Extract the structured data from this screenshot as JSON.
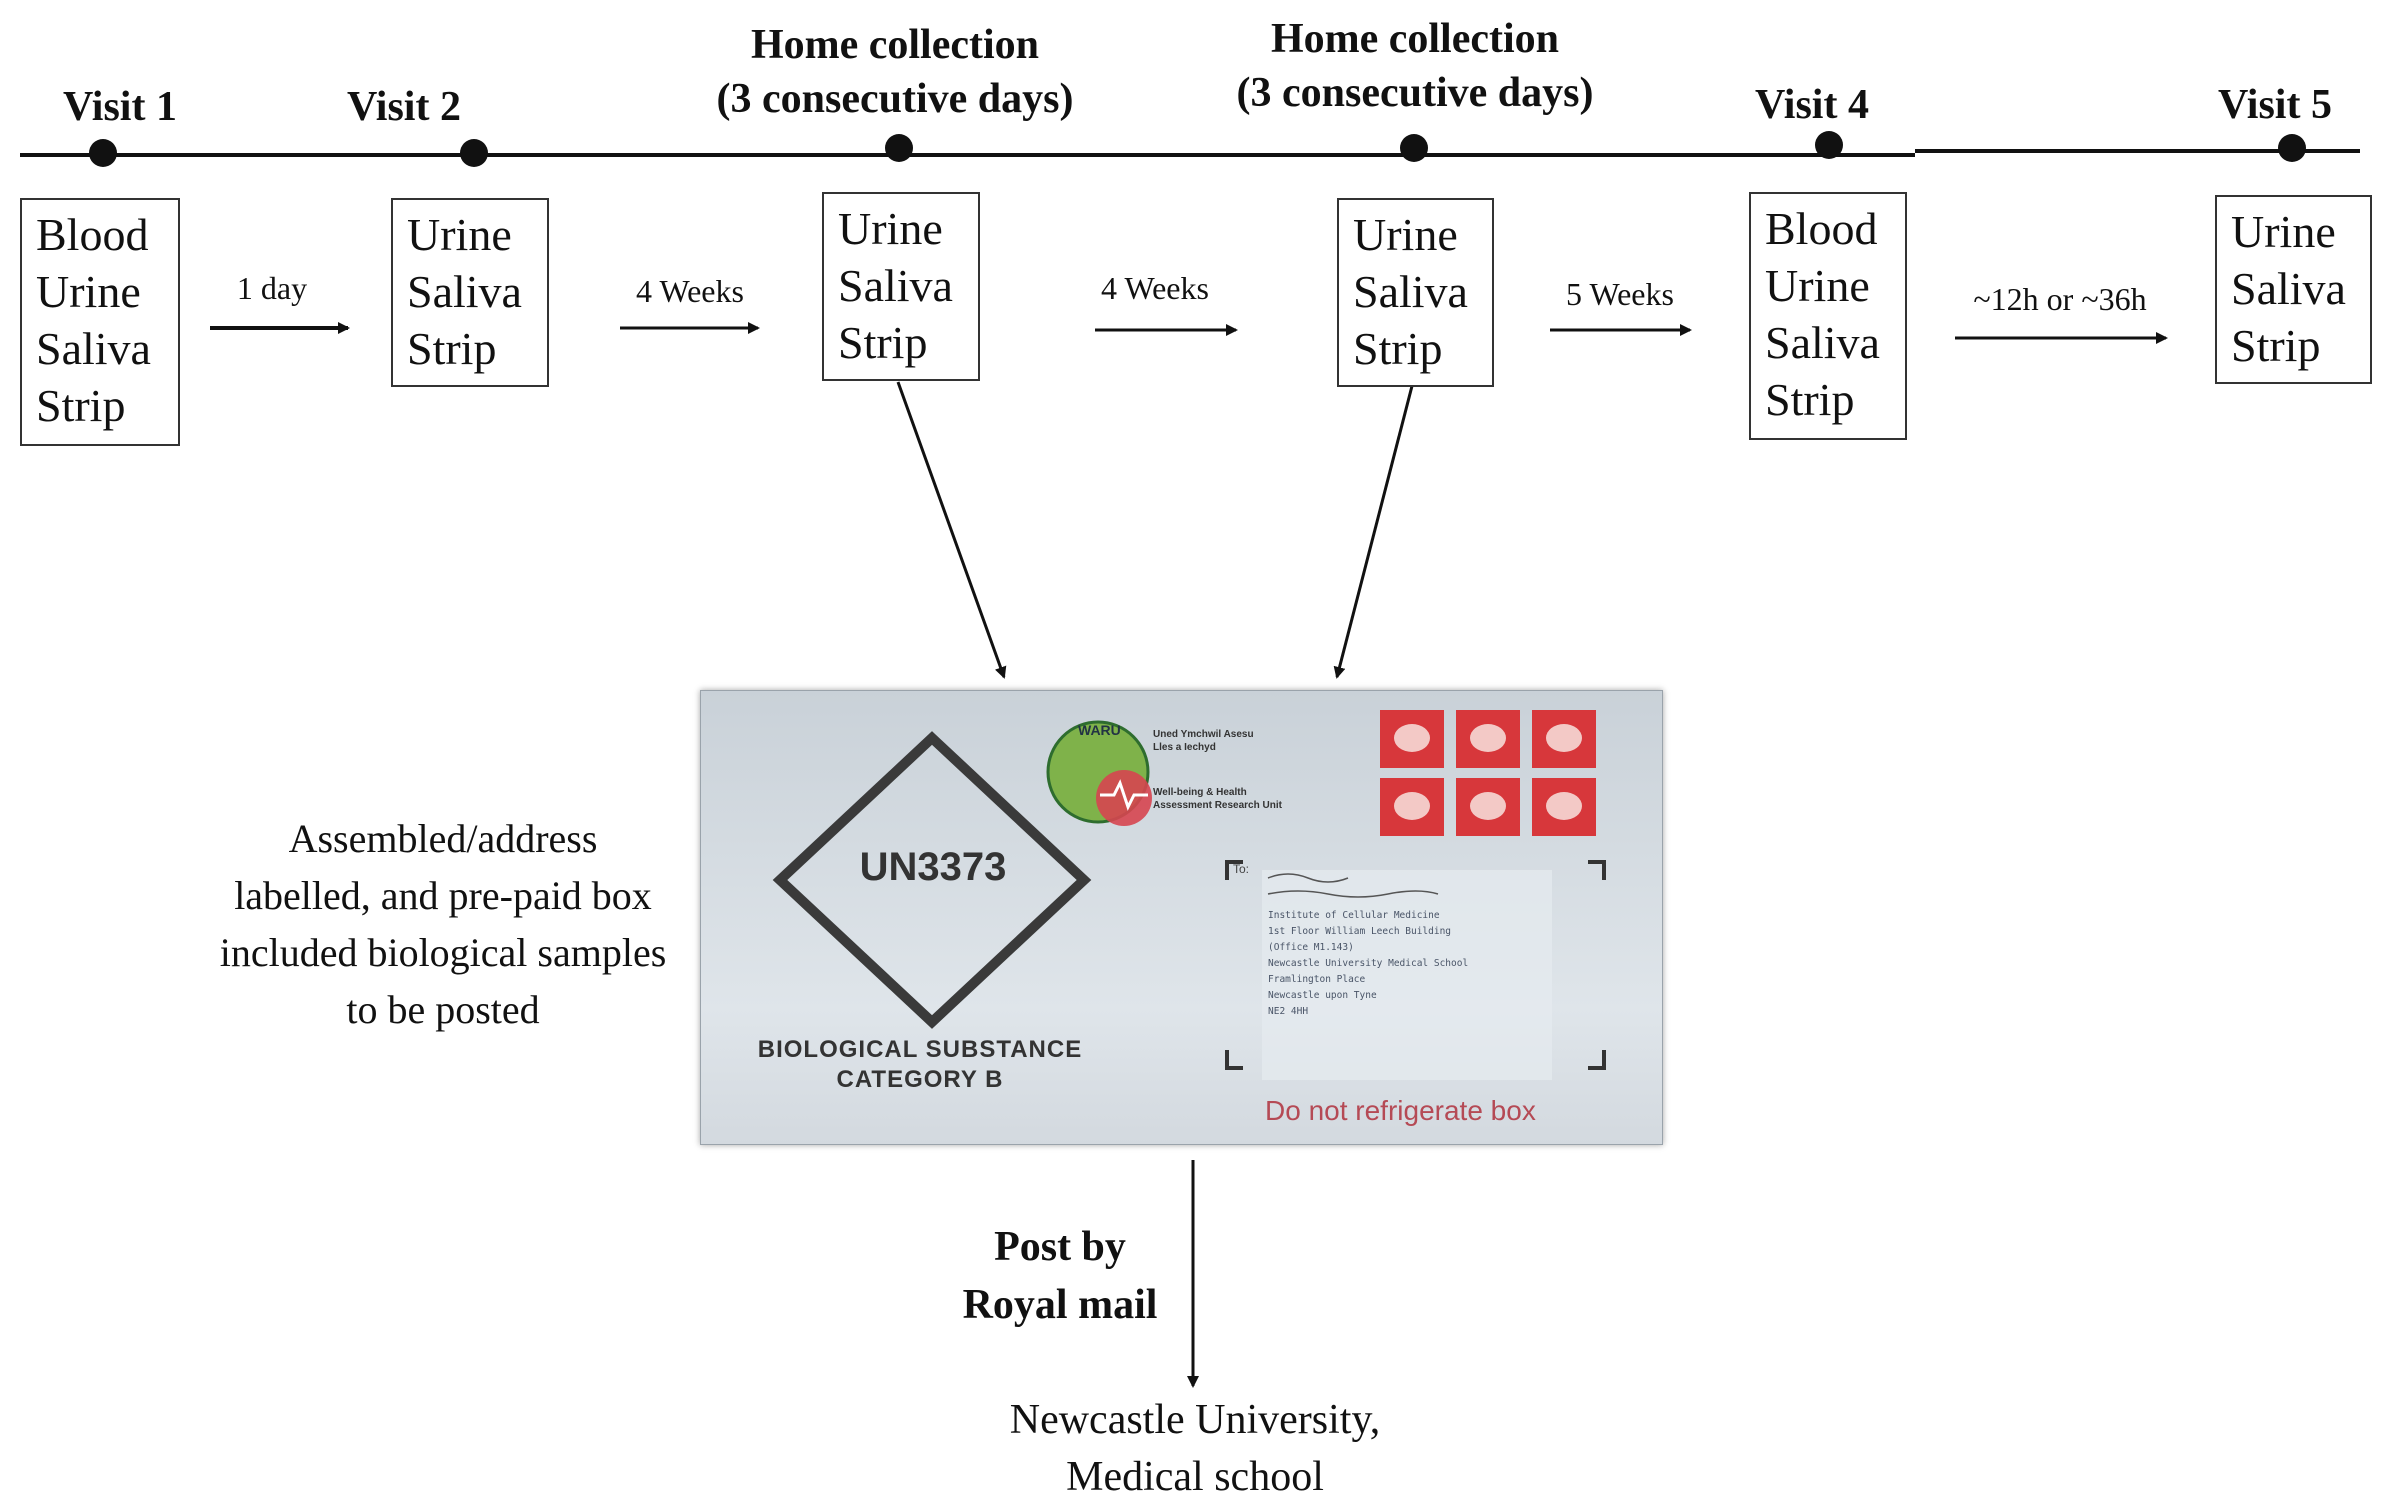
{
  "timeline": {
    "stages": [
      {
        "title": "Visit 1",
        "samples": [
          "Blood",
          "Urine",
          "Saliva",
          "Strip"
        ]
      },
      {
        "title": "Visit 2",
        "samples": [
          "Urine",
          "Saliva",
          "Strip"
        ]
      },
      {
        "title": "Home collection\n(3 consecutive days)",
        "samples": [
          "Urine",
          "Saliva",
          "Strip"
        ]
      },
      {
        "title": "Home collection\n(3 consecutive days)",
        "samples": [
          "Urine",
          "Saliva",
          "Strip"
        ]
      },
      {
        "title": "Visit 4",
        "samples": [
          "Blood",
          "Urine",
          "Saliva",
          "Strip"
        ]
      },
      {
        "title": "Visit 5",
        "samples": [
          "Urine",
          "Saliva",
          "Strip"
        ]
      }
    ],
    "intervals": [
      "1 day",
      "4 Weeks",
      "4 Weeks",
      "5 Weeks",
      "~12h or ~36h"
    ]
  },
  "box_caption": "Assembled/address labelled, and pre-paid box included biological samples to be posted",
  "post_label": "Post by\nRoyal mail",
  "destination": "Newcastle University,\nMedical school",
  "box_photo": {
    "un_number": "UN3373",
    "substance_line1": "BIOLOGICAL SUBSTANCE",
    "substance_line2": "CATEGORY B",
    "warning": "Do not refrigerate box",
    "logo_text": "WARU",
    "unit_welsh": "Uned Ymchwil Asesu\nLles a Iechyd",
    "unit_english": "Well-being & Health\nAssessment Research Unit",
    "to_label": "To:",
    "address": "Institute of Cellular Medicine\n1st Floor William Leech Building\n(Office M1.143)\nNewcastle University Medical School\nFramlington Place\nNewcastle upon Tyne\nNE2 4HH"
  }
}
